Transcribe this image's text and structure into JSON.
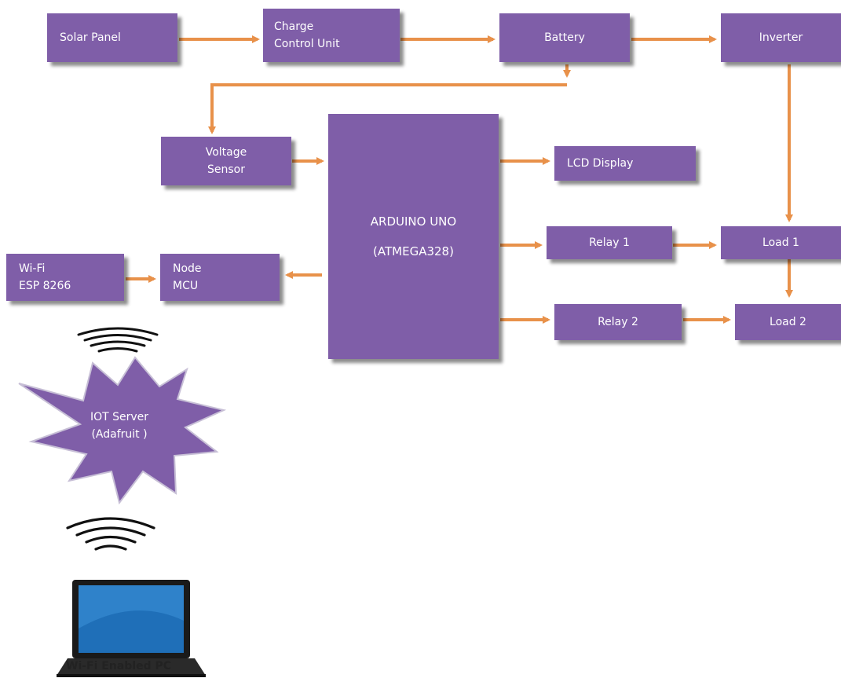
{
  "blocks": {
    "solar_panel": "Solar Panel",
    "charge_control_1": "Charge",
    "charge_control_2": "Control Unit",
    "battery": "Battery",
    "inverter": "Inverter",
    "voltage_sensor_1": "Voltage",
    "voltage_sensor_2": "Sensor",
    "arduino_1": "ARDUINO UNO",
    "arduino_2": "(ATMEGA328)",
    "lcd_display": "LCD Display",
    "relay_1": "Relay 1",
    "relay_2": "Relay 2",
    "load_1": "Load 1",
    "load_2": "Load 2",
    "wifi_1": "Wi-Fi",
    "wifi_2": "ESP 8266",
    "node_mcu_1": "Node",
    "node_mcu_2": "MCU",
    "iot_server_1": "IOT Server",
    "iot_server_2": "(Adafruit )",
    "pc_label": "Wi-Fi Enabled PC"
  },
  "colors": {
    "box_fill": "#7f5ea8",
    "arrow": "#e8914a",
    "text": "#ffffff"
  },
  "icons": [
    "wifi-signal-icon",
    "laptop-icon"
  ]
}
